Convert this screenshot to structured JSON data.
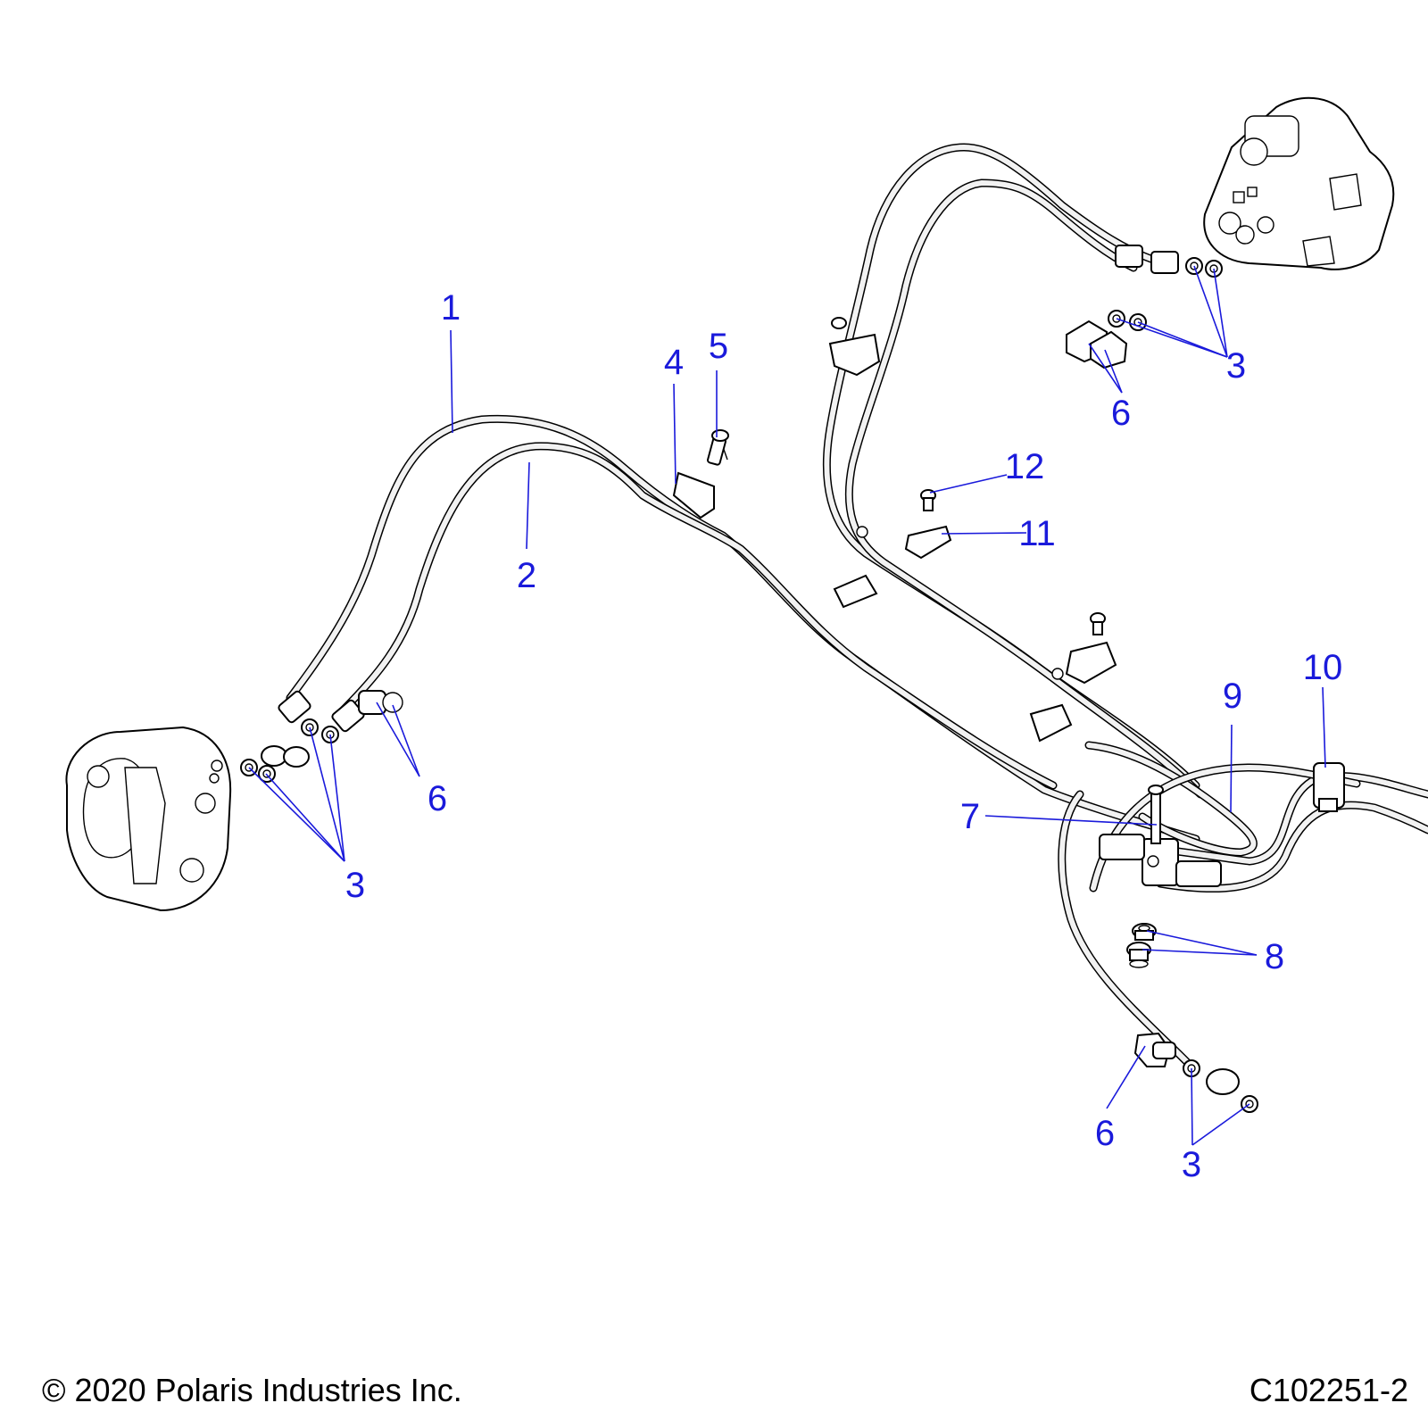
{
  "colors": {
    "callout": "#1a1adb",
    "line": "#000000",
    "background": "#ffffff"
  },
  "callouts": [
    {
      "id": "c1",
      "label": "1"
    },
    {
      "id": "c2",
      "label": "2"
    },
    {
      "id": "c3a",
      "label": "3"
    },
    {
      "id": "c3b",
      "label": "3"
    },
    {
      "id": "c3c",
      "label": "3"
    },
    {
      "id": "c4",
      "label": "4"
    },
    {
      "id": "c5",
      "label": "5"
    },
    {
      "id": "c6a",
      "label": "6"
    },
    {
      "id": "c6b",
      "label": "6"
    },
    {
      "id": "c6c",
      "label": "6"
    },
    {
      "id": "c7",
      "label": "7"
    },
    {
      "id": "c8",
      "label": "8"
    },
    {
      "id": "c9",
      "label": "9"
    },
    {
      "id": "c10",
      "label": "10"
    },
    {
      "id": "c11",
      "label": "11"
    },
    {
      "id": "c12",
      "label": "12"
    }
  ],
  "footer": {
    "copyright": "© 2020 Polaris Industries Inc.",
    "diagram_code": "C102251-2"
  }
}
